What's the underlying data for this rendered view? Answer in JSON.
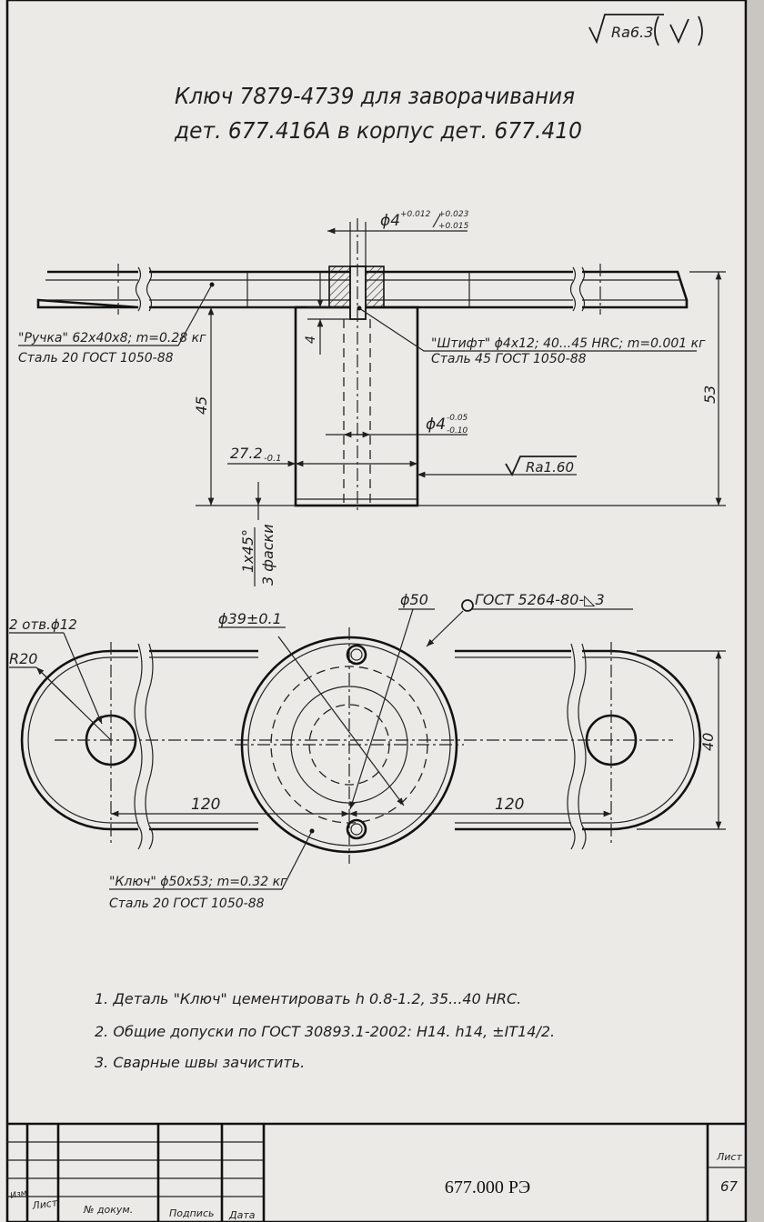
{
  "roughness_general": {
    "value": "Ra6.3"
  },
  "title": {
    "line1": "Ключ 7879-4739 для заворачивания",
    "line2": "дет. 677.416А в корпус дет. 677.410"
  },
  "front_view": {
    "pin_tolerance": {
      "symbol": "ϕ4",
      "upper": "+0.012",
      "fit_upper": "+0.023",
      "fit_lower": "+0.015"
    },
    "handle_label": {
      "line1": "\"Ручка\" 62x40x8; m=0.28 кг",
      "line2": "Сталь 20 ГОСТ 1050-88"
    },
    "pin_label": {
      "line1": "\"Штифт\" ϕ4x12; 40...45 HRC; m=0.001 кг",
      "line2": "Сталь 45 ГОСТ 1050-88"
    },
    "dim_4": "4",
    "dim_45": "45",
    "dim_53": "53",
    "hole": {
      "symbol": "ϕ4",
      "upper": "-0.05",
      "lower": "-0.10"
    },
    "dim_27": {
      "value": "27.2",
      "tol": "-0.1"
    },
    "roughness_bore": "Ra1.60",
    "chamfer": {
      "line1": "1x45°",
      "line2": "3 фаски"
    }
  },
  "top_view": {
    "holes": "2 отв.ϕ12",
    "radius": "R20",
    "circle_39": "ϕ39±0.1",
    "circle_50": "ϕ50",
    "weld": "ГОСТ 5264-80-◺3",
    "length_left": "120",
    "length_right": "120",
    "width": "40",
    "key_label": {
      "line1": "\"Ключ\" ϕ50x53; m=0.32 кг",
      "line2": "Сталь 20 ГОСТ 1050-88"
    }
  },
  "notes": [
    "1.  Деталь \"Ключ\" цементировать h 0.8-1.2, 35...40 HRC.",
    "2. Общие допуски по ГОСТ 30893.1-2002: H14. h14, ±IT14/2.",
    "3. Сварные швы зачистить."
  ],
  "title_block": {
    "doc_code": "677.000 РЭ",
    "sheet_label": "Лист",
    "sheet_number": "67",
    "col_izm": "Изм",
    "col_list": "Лист",
    "col_doc": "№ докум.",
    "col_sign": "Подпись",
    "col_date": "Дата"
  }
}
